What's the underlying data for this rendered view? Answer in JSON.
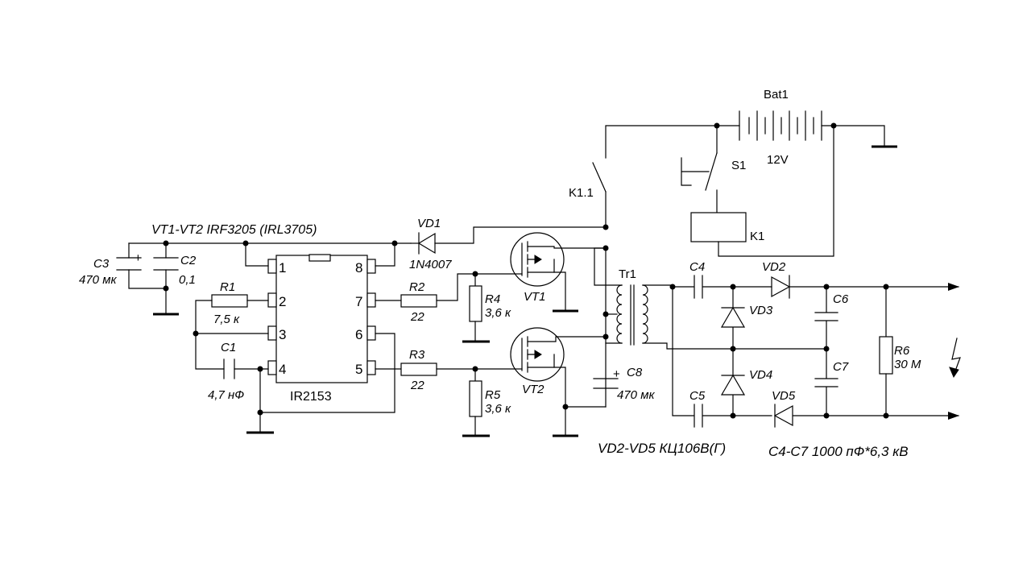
{
  "labels": {
    "vt_note": "VT1-VT2 IRF3205 (IRL3705)",
    "vd_note": "VD2-VD5 КЦ106В(Г)",
    "c_note": "С4-С7 1000 пФ*6,3 кВ",
    "ic": "IR2153",
    "c3": "С3",
    "c3_val": "470 мк",
    "c2": "С2",
    "c2_val": "0,1",
    "r1": "R1",
    "r1_val": "7,5 к",
    "c1": "С1",
    "c1_val": "4,7 нФ",
    "r2": "R2",
    "r2_val": "22",
    "r3": "R3",
    "r3_val": "22",
    "r4": "R4",
    "r4_val": "3,6 к",
    "r5": "R5",
    "r5_val": "3,6 к",
    "vt1": "VT1",
    "vt2": "VT2",
    "vd1": "VD1",
    "vd1_val": "1N4007",
    "k11": "K1.1",
    "k1": "K1",
    "s1": "S1",
    "bat": "Bat1",
    "bat_val": "12V",
    "tr1": "Tr1",
    "c8": "С8",
    "c8_val": "470 мк",
    "c4": "С4",
    "c5": "С5",
    "c6": "С6",
    "c7": "С7",
    "vd2": "VD2",
    "vd3": "VD3",
    "vd4": "VD4",
    "vd5": "VD5",
    "r6": "R6",
    "r6_val": "30 М",
    "plus_c3": "+",
    "plus_c8": "+"
  },
  "pins": [
    "1",
    "2",
    "3",
    "4",
    "5",
    "6",
    "7",
    "8"
  ]
}
